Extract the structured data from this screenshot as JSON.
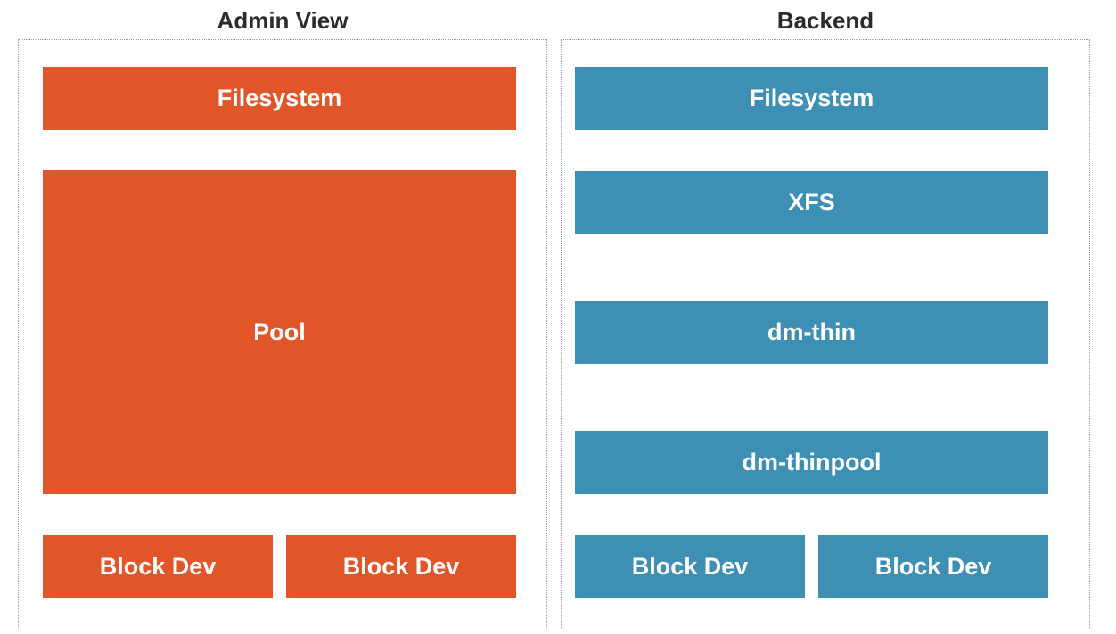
{
  "admin_view": {
    "title": "Admin View",
    "filesystem": "Filesystem",
    "pool": "Pool",
    "block_devs": [
      "Block Dev",
      "Block Dev"
    ],
    "color": "#e05628"
  },
  "backend": {
    "title": "Backend",
    "filesystem": "Filesystem",
    "xfs": "XFS",
    "dm_thin": "dm-thin",
    "dm_thinpool": "dm-thinpool",
    "block_devs": [
      "Block Dev",
      "Block Dev"
    ],
    "color": "#3d90b3"
  }
}
